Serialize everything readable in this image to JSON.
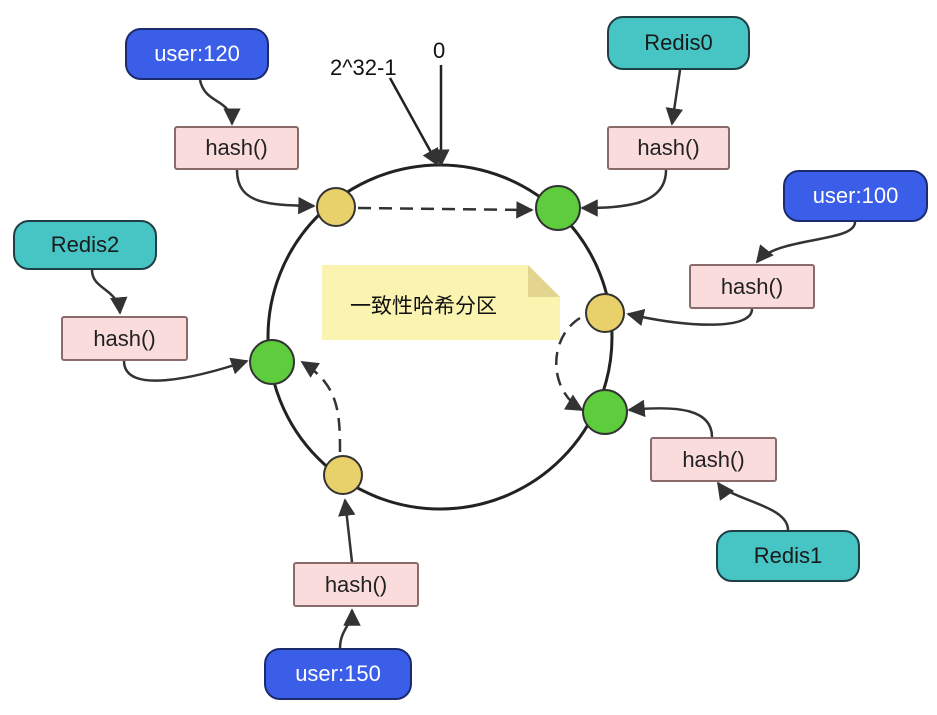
{
  "labels": {
    "max": "2^32-1",
    "zero": "0"
  },
  "note": "一致性哈希分区",
  "users": {
    "u120": "user:120",
    "u100": "user:100",
    "u150": "user:150"
  },
  "servers": {
    "r0": "Redis0",
    "r1": "Redis1",
    "r2": "Redis2"
  },
  "hash_label": "hash()",
  "colors": {
    "user_fill": "#3b5ee8",
    "redis_fill": "#47c4c4",
    "hash_fill": "#fadcdc",
    "data_node": "#e8d06a",
    "server_node": "#5dcc3d",
    "note_fill": "#fbf3b0"
  }
}
